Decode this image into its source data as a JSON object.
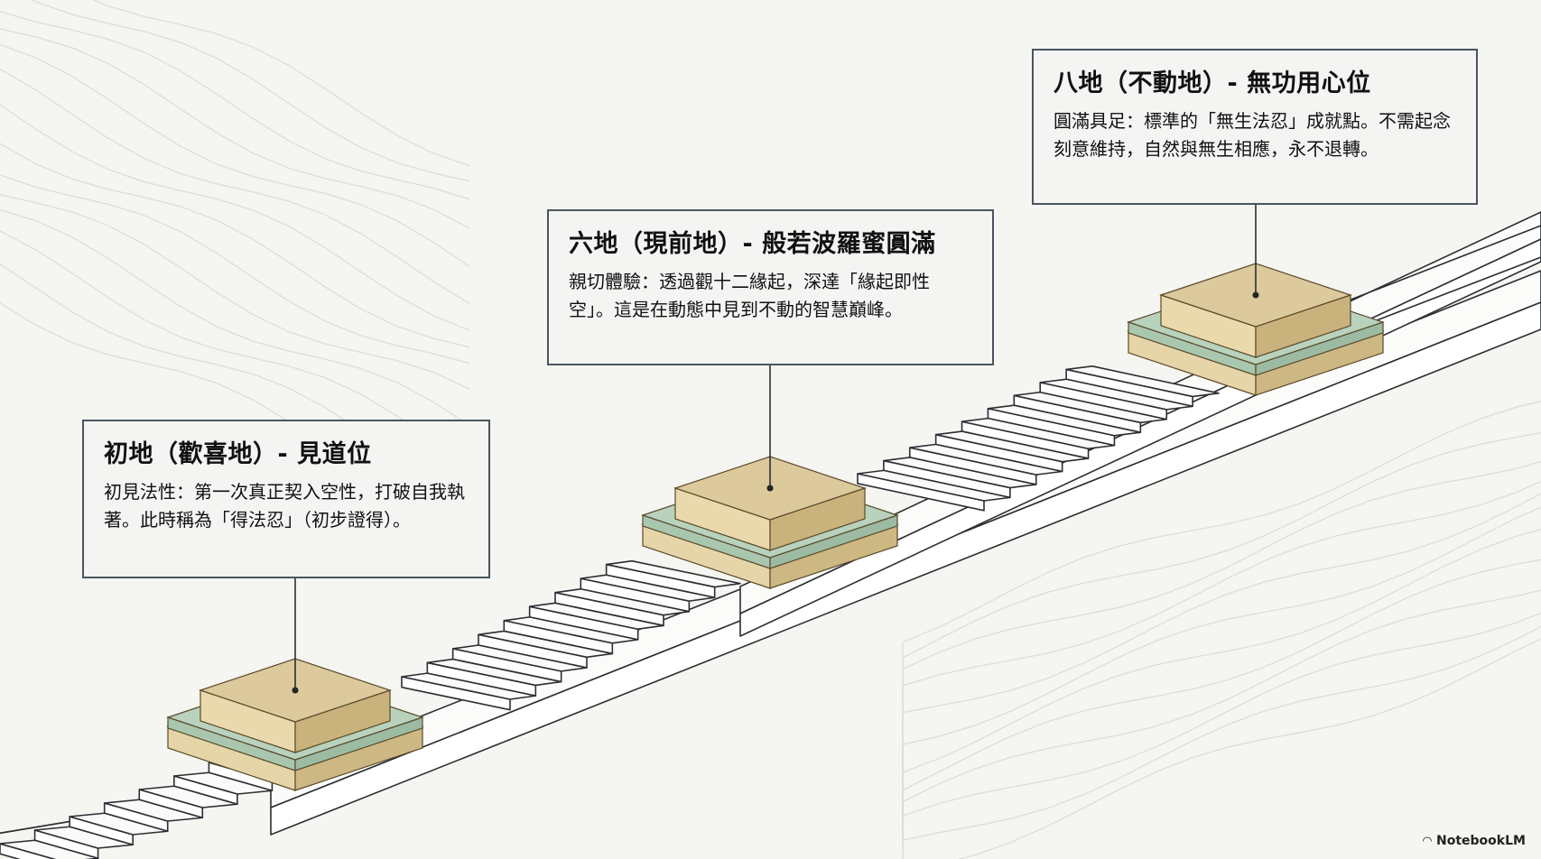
{
  "stages": [
    {
      "title": "初地（歡喜地）- 見道位",
      "body": "初見法性：第一次真正契入空性，打破自我執著。此時稱為「得法忍」（初步證得）。"
    },
    {
      "title": "六地（現前地）- 般若波羅蜜圓滿",
      "body": "親切體驗：透過觀十二緣起，深達「緣起即性空」。這是在動態中見到不動的智慧巔峰。"
    },
    {
      "title": "八地（不動地）- 無功用心位",
      "body": "圓滿具足：標準的「無生法忍」成就點。不需起念刻意維持，自然與無生相應，永不退轉。"
    }
  ],
  "branding": {
    "label": "NotebookLM",
    "icon": "notebooklm-logo-icon"
  },
  "colors": {
    "gold": "#d9c597",
    "gold_dark": "#b89f68",
    "green": "#b8d2bd",
    "line": "#2b2f33",
    "background": "#f5f5f1"
  }
}
